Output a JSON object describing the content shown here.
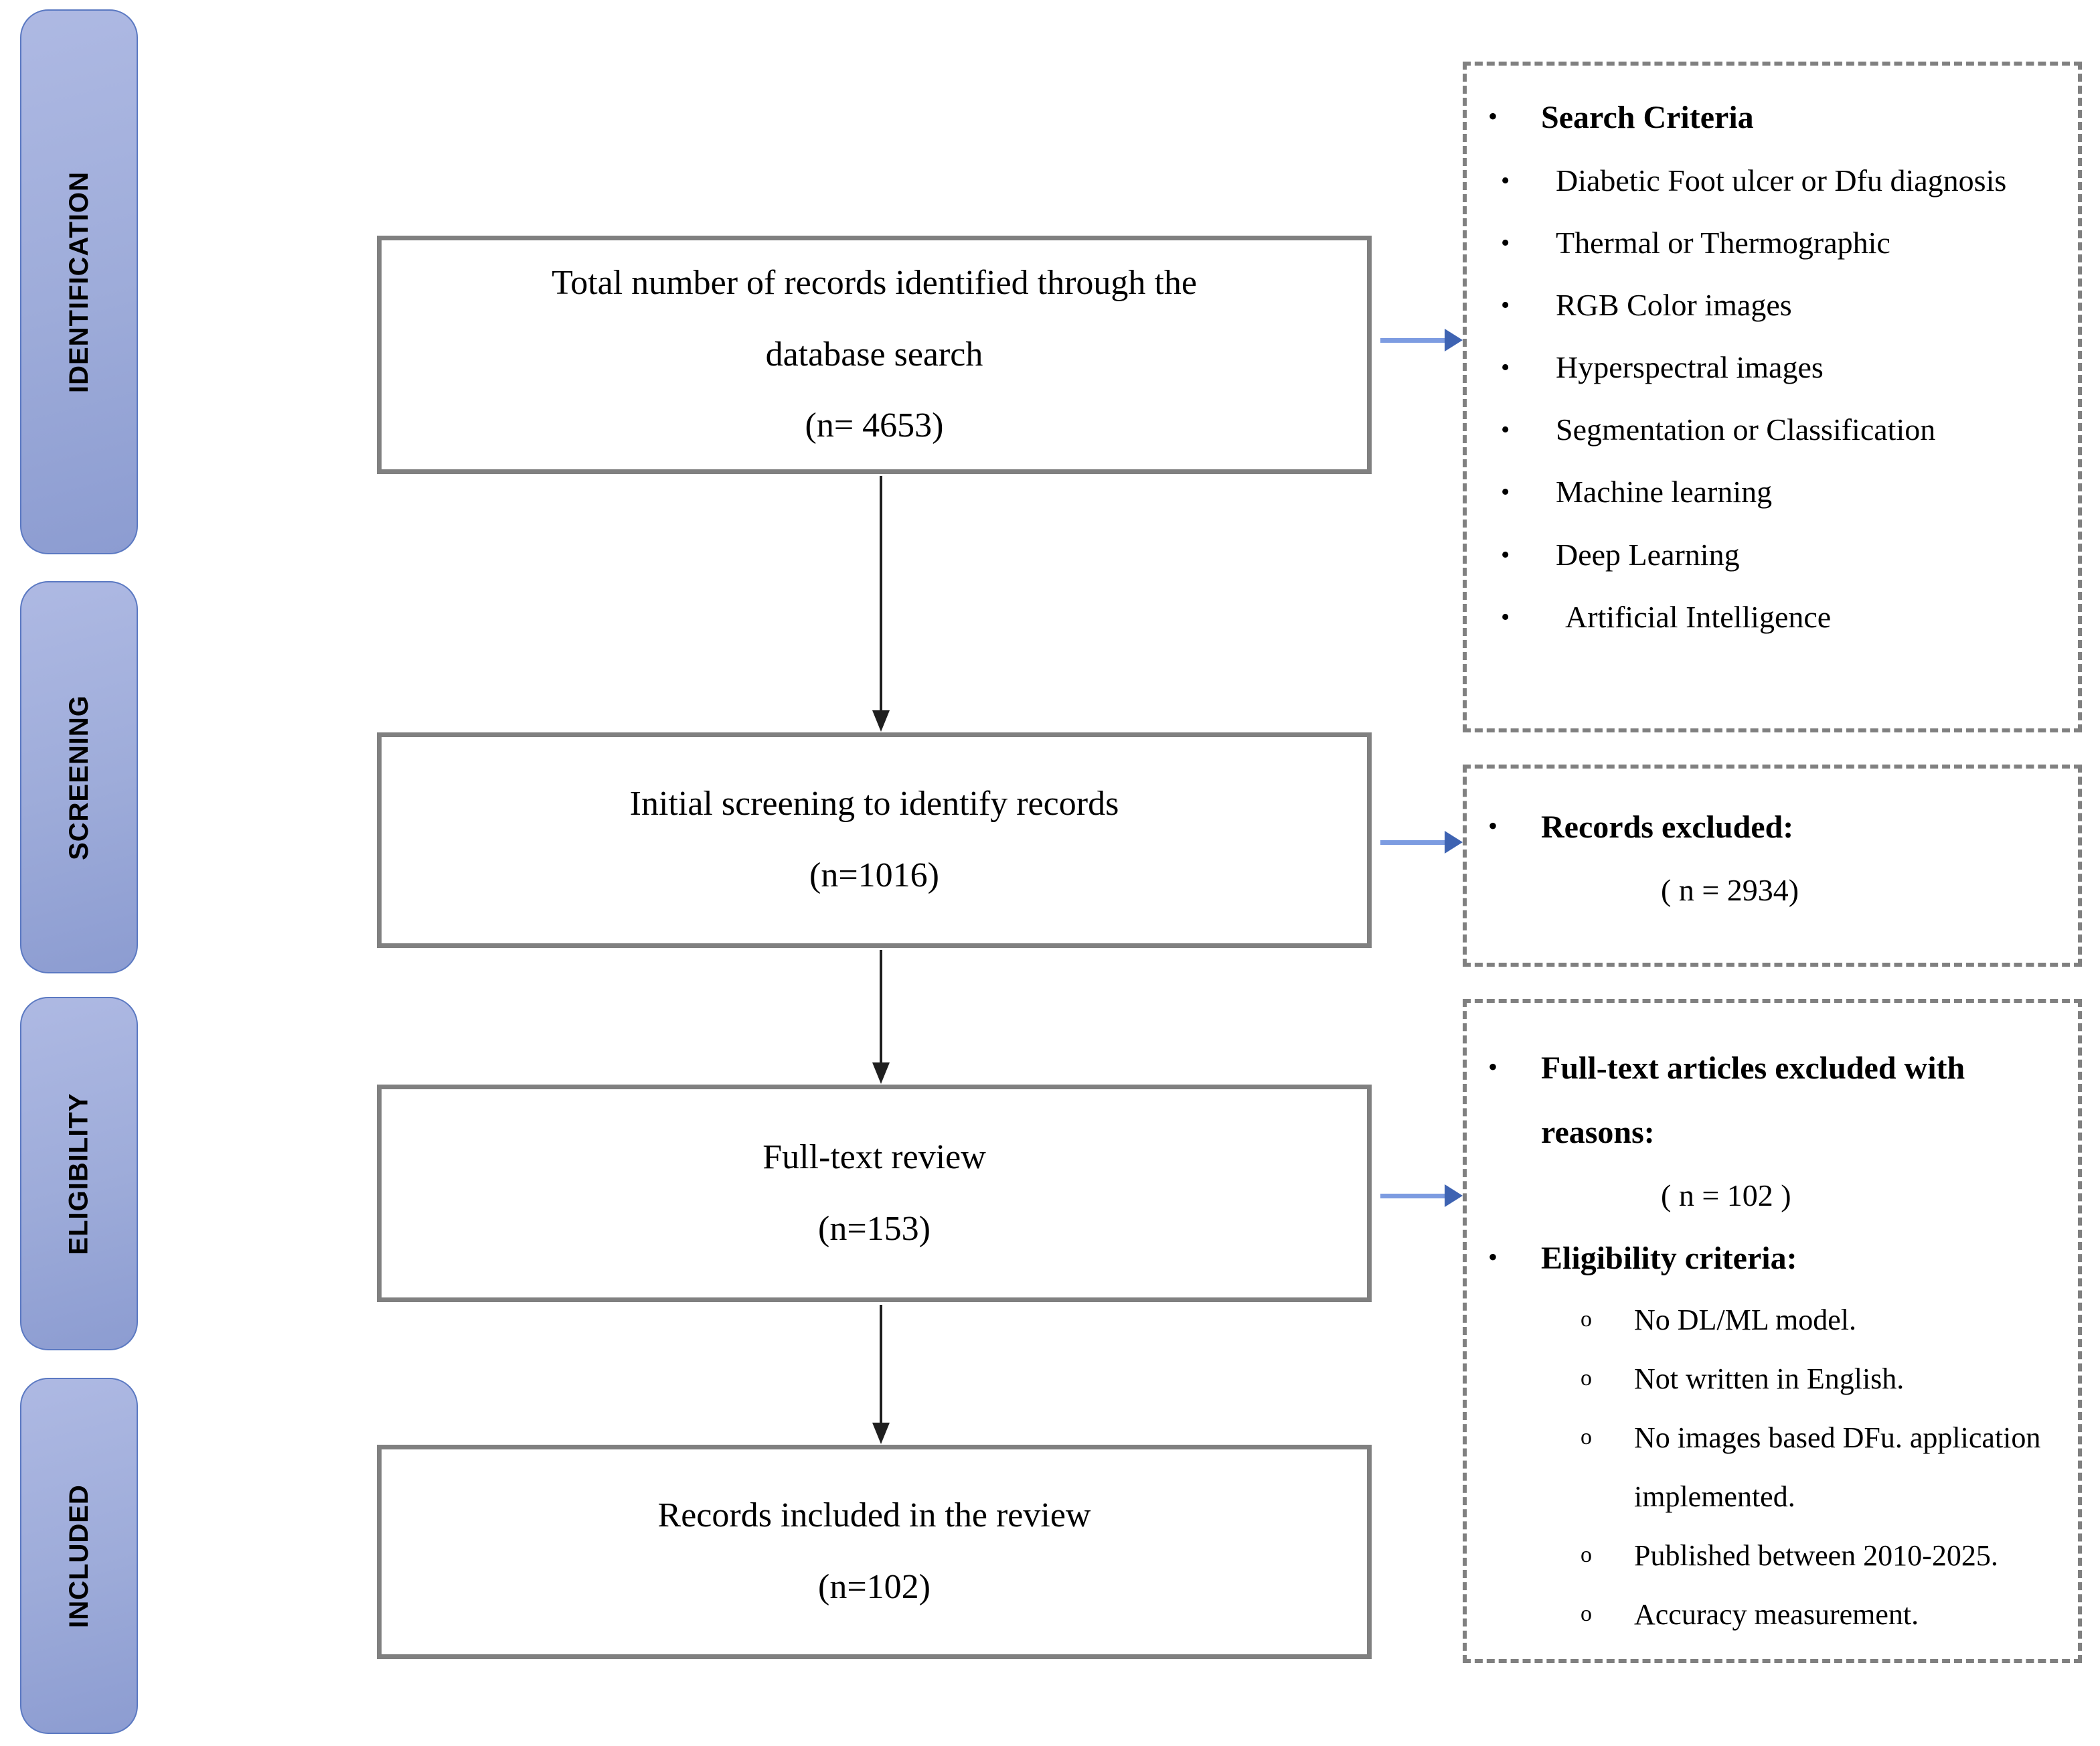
{
  "stages": [
    "IDENTIFICATION",
    "SCREENING",
    "ELIGIBILITY",
    "INCLUDED"
  ],
  "flow_boxes": [
    {
      "lines": [
        "Total number of records identified through the",
        "database search",
        "(n= 4653)"
      ]
    },
    {
      "lines": [
        "Initial screening to identify records",
        "(n=1016)"
      ]
    },
    {
      "lines": [
        "Full-text review",
        "(n=153)"
      ]
    },
    {
      "lines": [
        "Records included in the review",
        "(n=102)"
      ]
    }
  ],
  "panels": {
    "search": {
      "bullet": "•",
      "title": "Search Criteria",
      "items": [
        "Diabetic Foot ulcer or Dfu diagnosis",
        "Thermal or Thermographic",
        "RGB Color images",
        "Hyperspectral images",
        "Segmentation or Classification",
        "Machine learning",
        "Deep Learning",
        "Artificial Intelligence"
      ]
    },
    "excluded": {
      "bullet": "•",
      "title": "Records excluded:",
      "count": "( n = 2934)"
    },
    "fulltext": {
      "bullet": "•",
      "sub_bullet": "o",
      "title": "Full-text articles excluded with reasons:",
      "count": "( n = 102 )",
      "subtitle": "Eligibility criteria:",
      "items": [
        "No DL/ML model.",
        "Not written in English.",
        "No images based DFu. application implemented.",
        "Published between 2010-2025.",
        "Accuracy measurement."
      ]
    }
  },
  "colors": {
    "stageTop": "#aeb9e3",
    "stageMid": "#9dabd9",
    "stageBottom": "#8c9cd1",
    "stageBorder": "#5b79c2",
    "boxBorder": "#808080",
    "panelBorder": "#808080",
    "arrowBlack": "#1f1f1f",
    "blueLine": "#7d9ce1",
    "blueHead": "#3e63b2"
  }
}
